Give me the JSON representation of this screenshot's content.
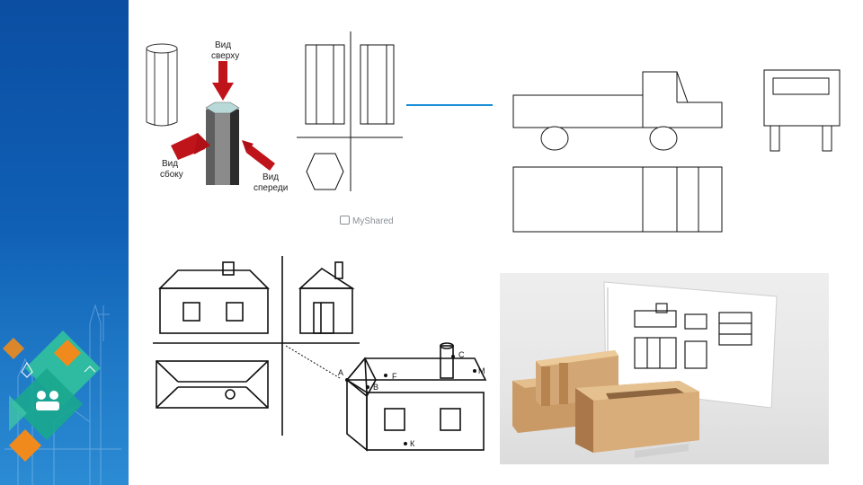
{
  "figure_views": {
    "top_label_line1": "Вид",
    "top_label_line2": "сверху",
    "side_label_line1": "Вид",
    "side_label_line2": "сбоку",
    "front_label_line1": "Вид",
    "front_label_line2": "спереди"
  },
  "watermark": {
    "text": "MyShared"
  },
  "house_points": {
    "a": "А",
    "b": "В",
    "f": "F",
    "c": "С",
    "m": "М",
    "k": "К"
  },
  "colors": {
    "sidebar_top": "#0b4ea2",
    "sidebar_bottom": "#2b8bd3",
    "accent_line": "#1b8ed8",
    "arrow_red": "#c0141b"
  }
}
